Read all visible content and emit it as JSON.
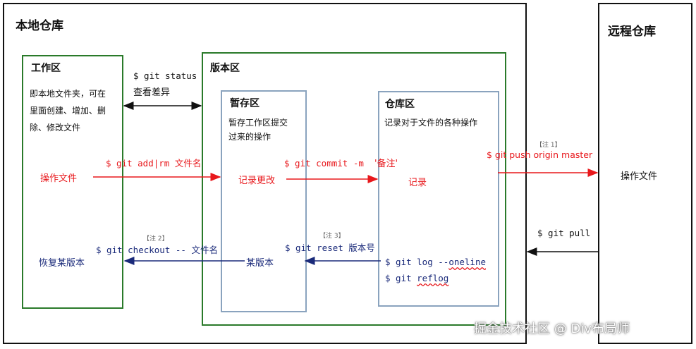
{
  "local_repo": {
    "title": "本地仓库"
  },
  "remote_repo": {
    "title": "远程仓库",
    "label": "操作文件"
  },
  "workspace": {
    "title": "工作区",
    "desc": [
      "即本地文件夹，可在",
      "里面创建、增加、删",
      "除、修改文件"
    ],
    "operate_label": "操作文件",
    "restore_label": "恢复某版本"
  },
  "version_area": {
    "title": "版本区"
  },
  "stage": {
    "title": "暂存区",
    "desc": [
      "暂存工作区提交",
      "过来的操作"
    ],
    "changes_label": "记录更改",
    "version_label": "某版本"
  },
  "repo_area": {
    "title": "仓库区",
    "desc": "记录对于文件的各种操作",
    "record_label": "记录"
  },
  "commands": {
    "status": "$ git status",
    "status_desc": "查看差异",
    "add": "$ git add|rm 文件名",
    "commit_prefix": "$ git commit -m",
    "commit_msg": "'备注'",
    "push": "$ git push origin master",
    "pull": "$ git pull",
    "checkout": "$ git checkout -- 文件名",
    "reset": "$ git reset 版本号",
    "log_prefix": "$ git log --",
    "log_flag": "oneline",
    "reflog_prefix": "$ git ",
    "reflog_flag": "reflog"
  },
  "notes": {
    "note1": "【注 1】",
    "note2": "【注 2】",
    "note3": "【注 3】"
  },
  "watermark": "掘金技术社区 @ Div布局师",
  "colors": {
    "red": "#e8181c",
    "blue": "#1a2a7a",
    "green": "#2a7a2a",
    "lightblue": "#8aa3be"
  }
}
